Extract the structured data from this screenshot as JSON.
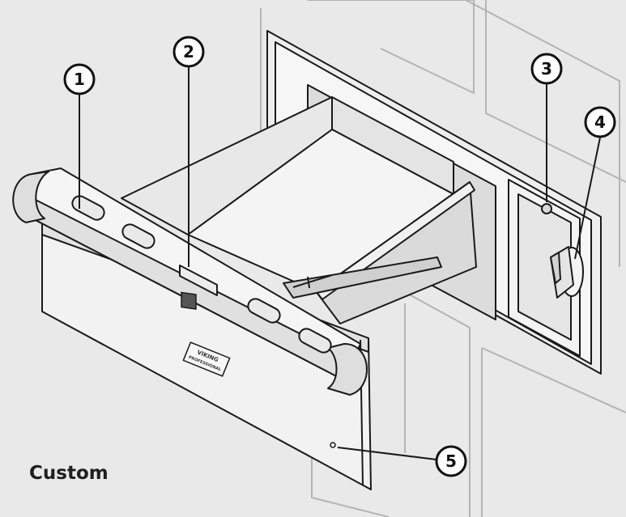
{
  "caption": "Custom",
  "callouts": [
    {
      "number": "1"
    },
    {
      "number": "2"
    },
    {
      "number": "3"
    },
    {
      "number": "4"
    },
    {
      "number": "5"
    }
  ],
  "logo": {
    "brand": "VIKING",
    "sub": "PROFESSIONAL"
  },
  "colors": {
    "background": "#e9e9e9",
    "cabinet_lines": "#b4b4b4",
    "line": "#1a1a1a",
    "steel_light": "#f4f4f4",
    "steel_mid": "#e2e2e2",
    "steel_dark": "#c9c9c9",
    "indicator_block": "#555555"
  },
  "icons": [
    "callout-circle",
    "drawer-illustration"
  ]
}
